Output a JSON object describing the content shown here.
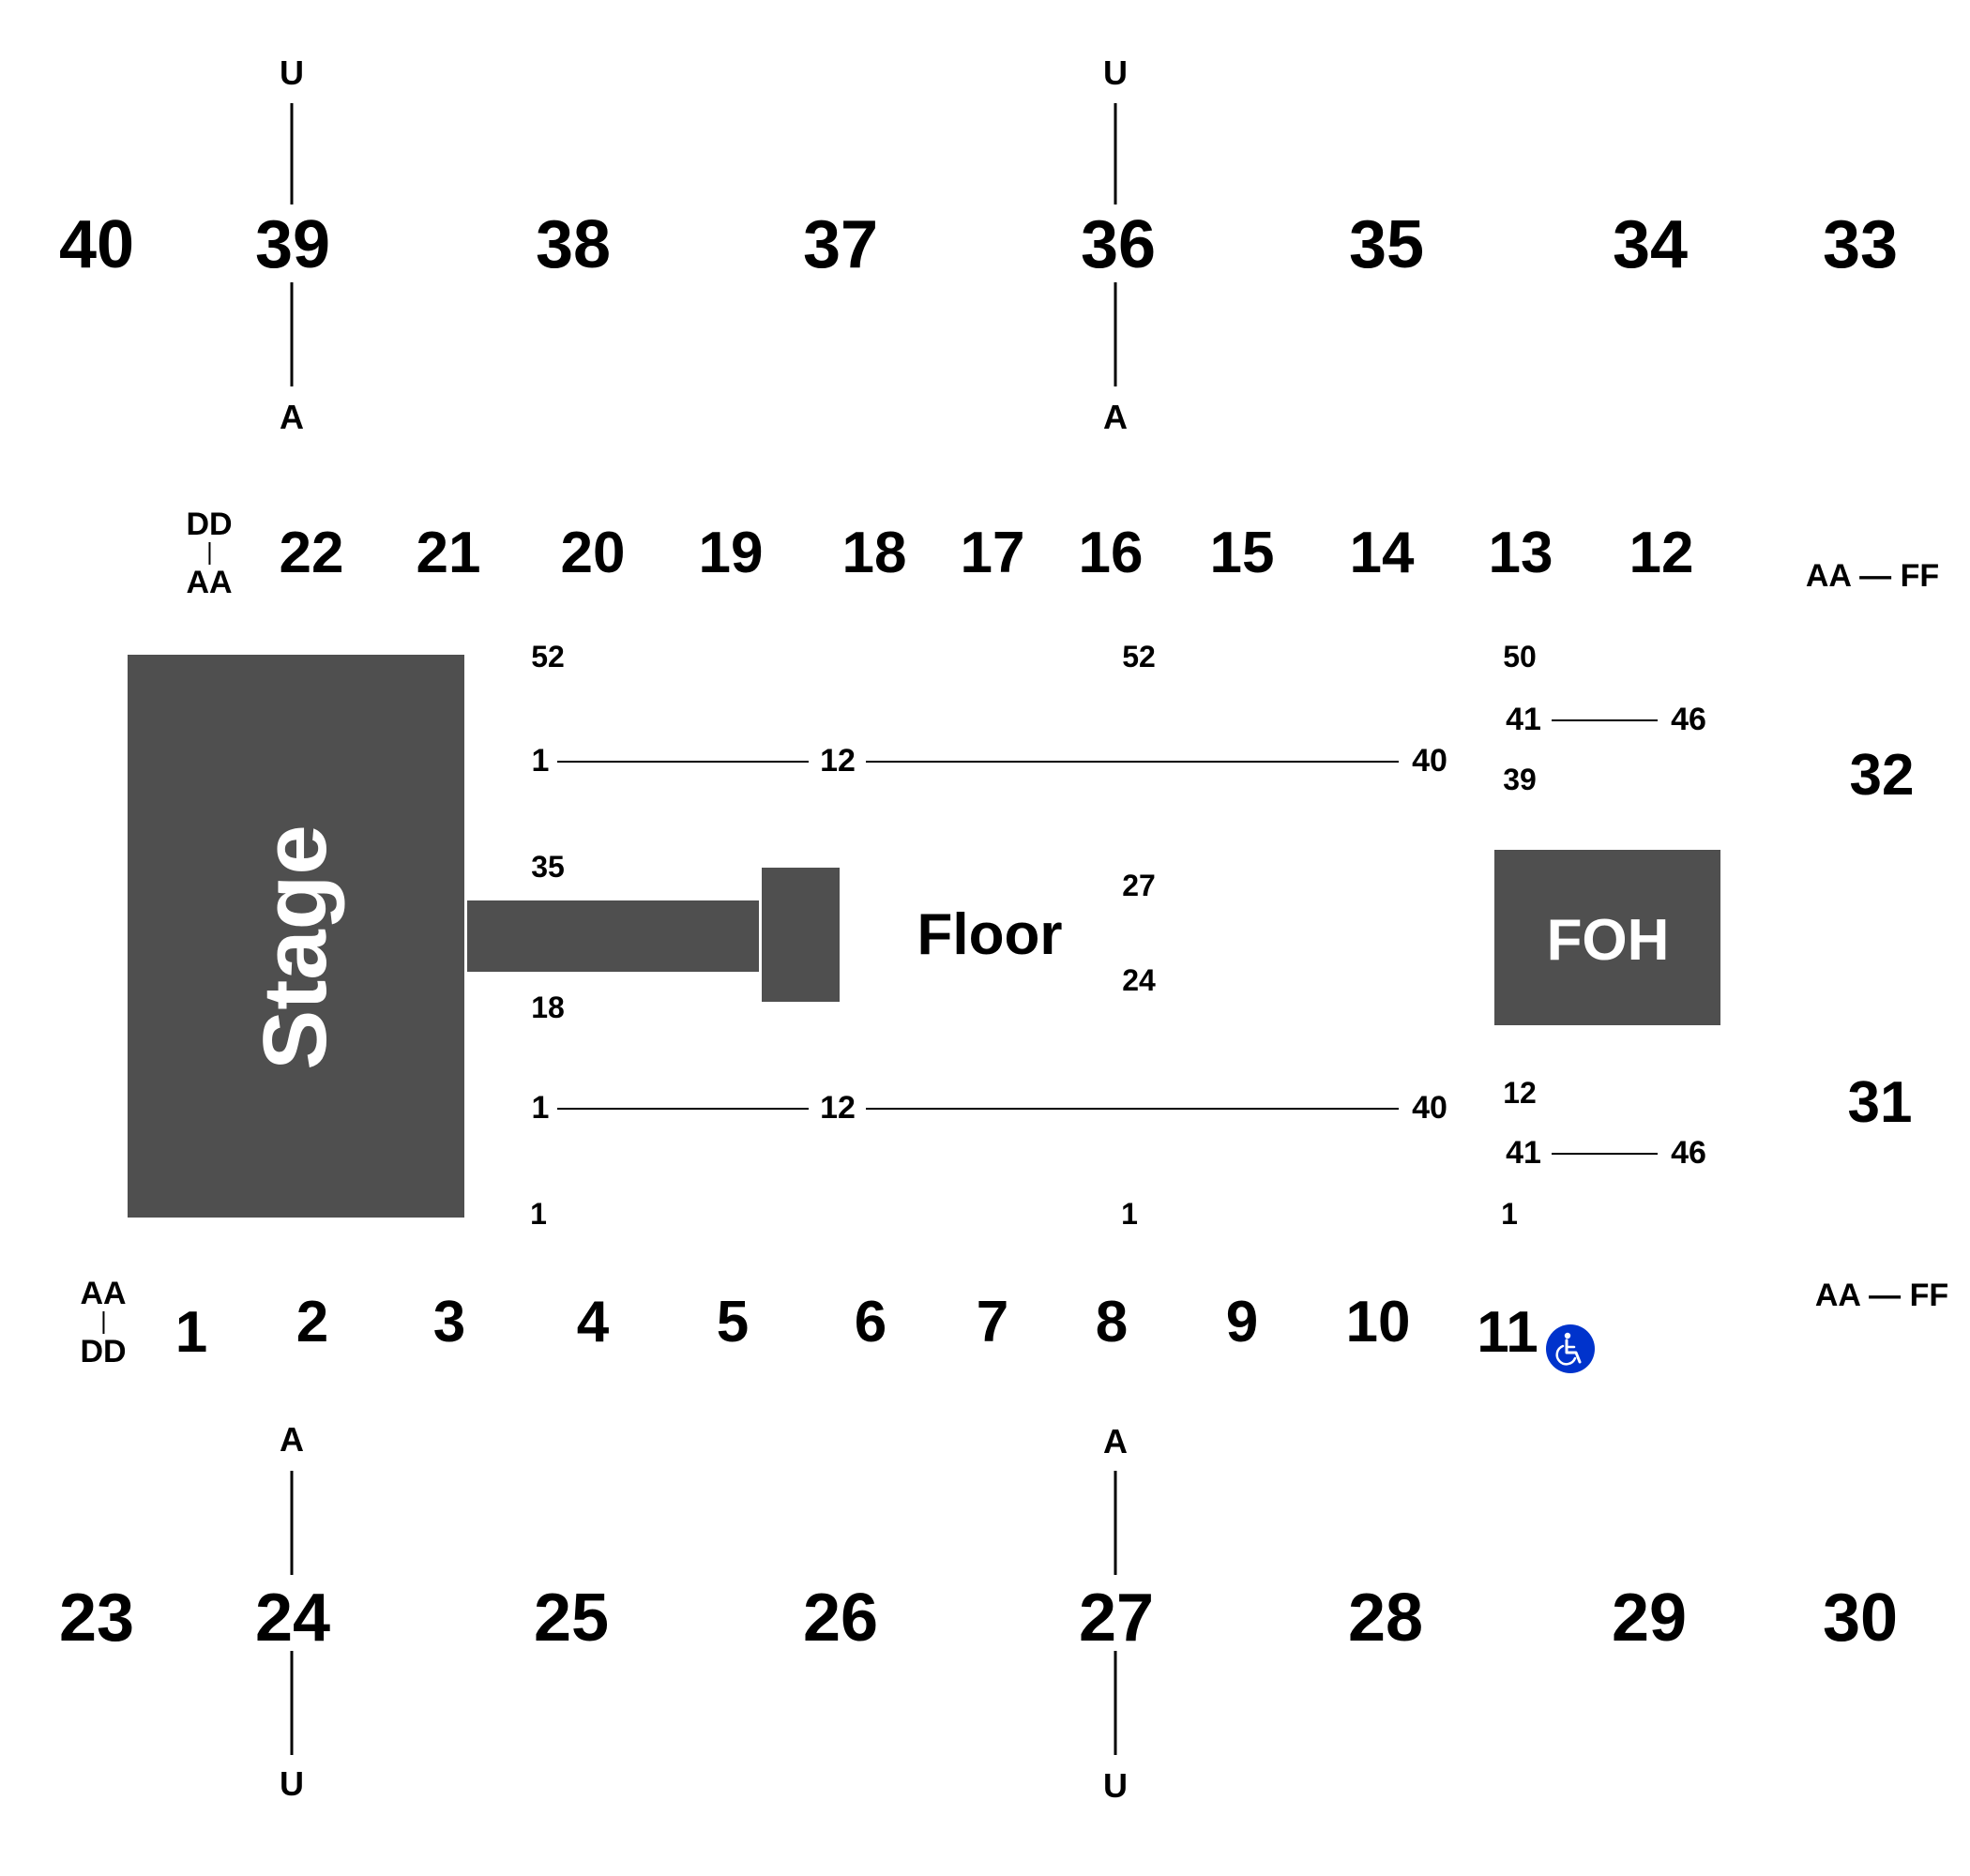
{
  "map": {
    "stage_label": "Stage",
    "floor_label": "Floor",
    "foh_label": "FOH",
    "colors": {
      "block": "#4f4f4f",
      "text": "#000000",
      "accessible": "#0033cc"
    },
    "upper_top_sections": [
      "40",
      "39",
      "38",
      "37",
      "36",
      "35",
      "34",
      "33"
    ],
    "upper_top_row_markers": {
      "section_39": {
        "top": "U",
        "bottom": "A"
      },
      "section_36": {
        "top": "U",
        "bottom": "A"
      }
    },
    "lower_top_sections": [
      "22",
      "21",
      "20",
      "19",
      "18",
      "17",
      "16",
      "15",
      "14",
      "13",
      "12"
    ],
    "lower_top_left_rows": {
      "top": "DD",
      "bottom": "AA"
    },
    "lower_top_right_rows": "AA — FF",
    "lower_bottom_sections": [
      "1",
      "2",
      "3",
      "4",
      "5",
      "6",
      "7",
      "8",
      "9",
      "10",
      "11"
    ],
    "lower_bottom_left_rows": {
      "top": "AA",
      "bottom": "DD"
    },
    "lower_bottom_right_rows": "AA — FF",
    "upper_bottom_sections": [
      "23",
      "24",
      "25",
      "26",
      "27",
      "28",
      "29",
      "30"
    ],
    "upper_bottom_row_markers": {
      "section_24": {
        "top": "A",
        "bottom": "U"
      },
      "section_27": {
        "top": "A",
        "bottom": "U"
      }
    },
    "side_sections": {
      "upper": "32",
      "lower": "31"
    },
    "accessible_icon": "wheelchair-icon",
    "floor_rows": {
      "upper_left_top": "52",
      "upper_line": {
        "start": "1",
        "mid": "12",
        "end": "40"
      },
      "upper_left_mid": "35",
      "lower_left_mid": "18",
      "lower_line": {
        "start": "1",
        "mid": "12",
        "end": "40"
      },
      "lower_left_bottom": "1",
      "center_top": "52",
      "center_mid_top": "27",
      "center_mid_bottom": "24",
      "center_bottom": "1",
      "right_top": "50",
      "right_upper_line": {
        "start": "41",
        "end": "46"
      },
      "right_upper_below": "39",
      "right_lower_above": "12",
      "right_lower_line": {
        "start": "41",
        "end": "46"
      },
      "right_bottom": "1"
    }
  }
}
